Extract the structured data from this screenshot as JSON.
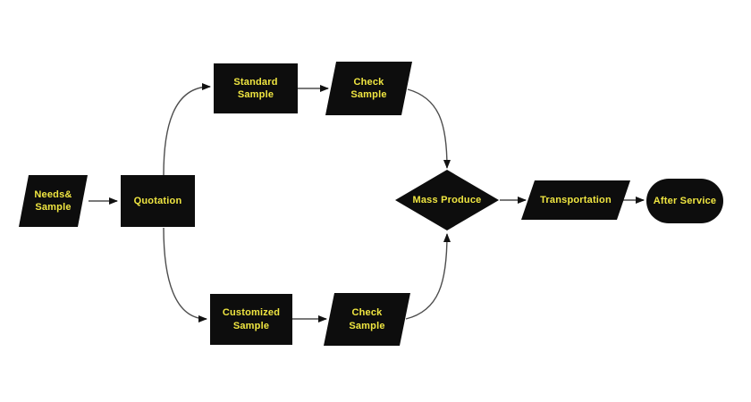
{
  "diagram": {
    "type": "flowchart",
    "background": "#ffffff",
    "nodes": {
      "needs_sample": {
        "label": "Needs&\nSample",
        "shape": "parallelogram"
      },
      "quotation": {
        "label": "Quotation",
        "shape": "rectangle"
      },
      "standard_sample": {
        "label": "Standard\nSample",
        "shape": "rectangle"
      },
      "check_sample_top": {
        "label": "Check\nSample",
        "shape": "parallelogram"
      },
      "customized_sample": {
        "label": "Customized\nSample",
        "shape": "rectangle"
      },
      "check_sample_bottom": {
        "label": "Check\nSample",
        "shape": "parallelogram"
      },
      "mass_produce": {
        "label": "Mass Produce",
        "shape": "diamond"
      },
      "transportation": {
        "label": "Transportation",
        "shape": "parallelogram"
      },
      "after_service": {
        "label": "After Service",
        "shape": "stadium"
      }
    },
    "edges": [
      {
        "from": "needs_sample",
        "to": "quotation"
      },
      {
        "from": "quotation",
        "to": "standard_sample"
      },
      {
        "from": "quotation",
        "to": "customized_sample"
      },
      {
        "from": "standard_sample",
        "to": "check_sample_top"
      },
      {
        "from": "customized_sample",
        "to": "check_sample_bottom"
      },
      {
        "from": "check_sample_top",
        "to": "mass_produce"
      },
      {
        "from": "check_sample_bottom",
        "to": "mass_produce"
      },
      {
        "from": "mass_produce",
        "to": "transportation"
      },
      {
        "from": "transportation",
        "to": "after_service"
      }
    ],
    "colors": {
      "node_fill": "#0d0d0d",
      "label_text": "#f0e641",
      "connector_line": "#4d4d4d",
      "arrowhead": "#111111"
    }
  }
}
